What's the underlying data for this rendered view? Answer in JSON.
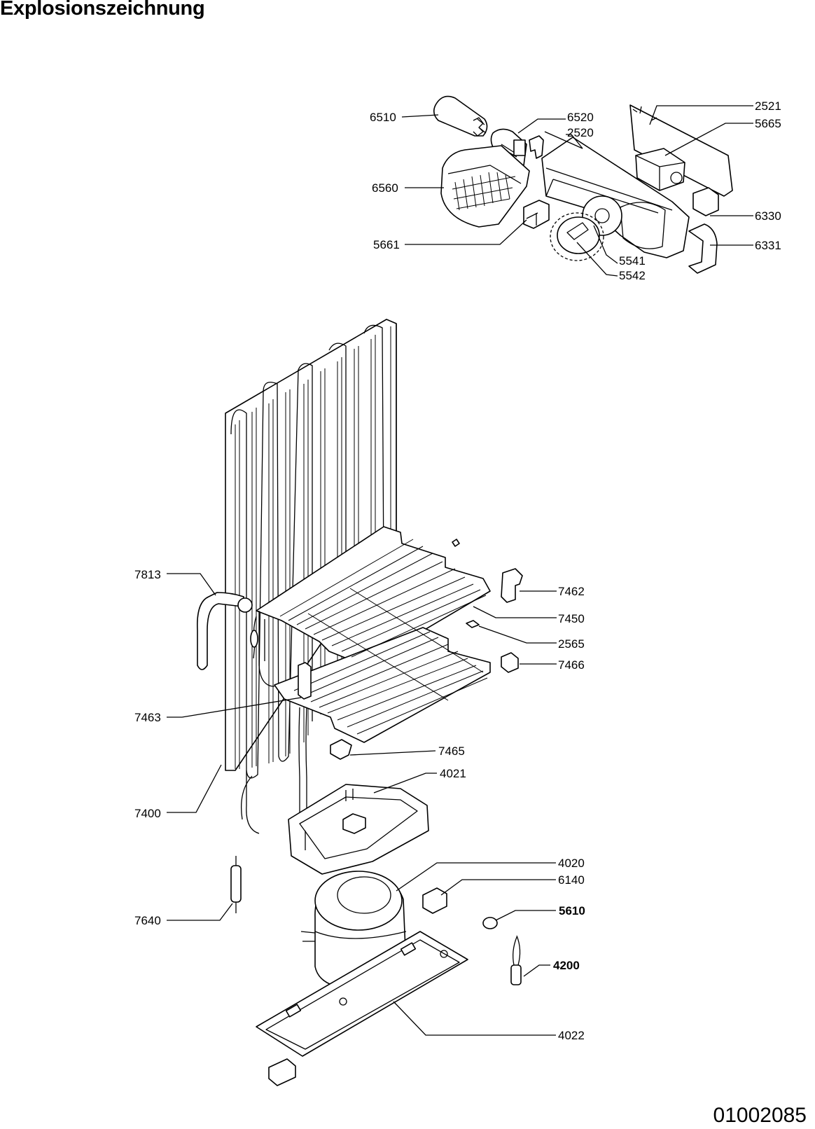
{
  "header": {
    "title": "Explosionszeichnung"
  },
  "footer": {
    "document_number": "01002085"
  },
  "diagram": {
    "type": "exploded-parts-view",
    "labels": {
      "p6510": "6510",
      "p6520": "6520",
      "p2520": "2520",
      "p2521": "2521",
      "p5665": "5665",
      "p6560": "6560",
      "p6330": "6330",
      "p5661": "5661",
      "p6331": "6331",
      "p5541": "5541",
      "p5542": "5542",
      "p7813": "7813",
      "p7462": "7462",
      "p7450": "7450",
      "p2565": "2565",
      "p7466": "7466",
      "p7463": "7463",
      "p7465": "7465",
      "p4021": "4021",
      "p7400": "7400",
      "p4020": "4020",
      "p6140": "6140",
      "p5610": "5610",
      "p7640": "7640",
      "p4200": "4200",
      "p4022": "4022"
    }
  }
}
